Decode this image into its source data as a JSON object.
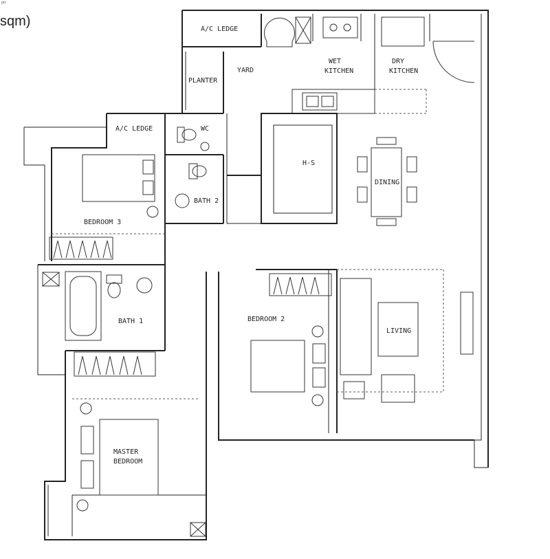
{
  "header": {
    "unit_note": "sqm)",
    "corner_note": "ptc"
  },
  "rooms": {
    "ac_ledge_top": "A/C LEDGE",
    "yard": "YARD",
    "planter": "PLANTER",
    "wet_kitchen_1": "WET",
    "wet_kitchen_2": "KITCHEN",
    "dry_kitchen_1": "DRY",
    "dry_kitchen_2": "KITCHEN",
    "ac_ledge_left": "A/C LEDGE",
    "wc": "WC",
    "hs": "H-S",
    "dining": "DINING",
    "bedroom3": "BEDROOM 3",
    "bath2": "BATH 2",
    "bath1": "BATH 1",
    "bedroom2": "BEDROOM 2",
    "living": "LIVING",
    "master_1": "MASTER",
    "master_2": "BEDROOM"
  },
  "icons": [
    "toilet-icon",
    "sink-icon",
    "bathtub-icon",
    "bed-icon",
    "sofa-icon",
    "dining-table-icon",
    "wardrobe-icon",
    "door-swing-icon",
    "aircon-unit-icon"
  ]
}
